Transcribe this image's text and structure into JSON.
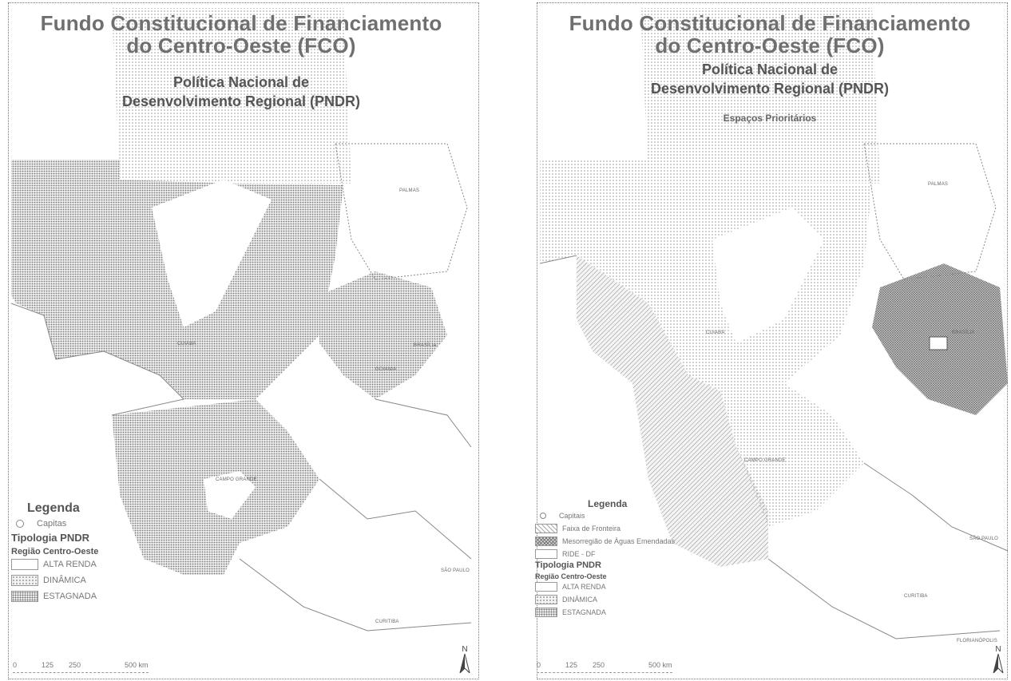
{
  "left": {
    "title_line1": "Fundo Constitucional de Financiamento",
    "title_line2": "do Centro-Oeste (FCO)",
    "subtitle_line1": "Política Nacional de",
    "subtitle_line2": "Desenvolvimento Regional (PNDR)",
    "cities": [
      "PALMAS",
      "CUIABA",
      "BRASÍLIA",
      "GOIANIA",
      "CAMPO GRANDE",
      "SÃO PAULO",
      "CURITIBA"
    ],
    "legend": {
      "heading": "Legenda",
      "capitals": "Capitas",
      "typology": "Tipologia PNDR",
      "region": "Região Centro-Oeste",
      "items": [
        "ALTA RENDA",
        "DINÂMICA",
        "ESTAGNADA"
      ]
    },
    "scale": [
      "0",
      "125",
      "250",
      "500 km"
    ],
    "north": "N"
  },
  "right": {
    "title_line1": "Fundo Constitucional de Financiamento",
    "title_line2": "do Centro-Oeste (FCO)",
    "subtitle_line1": "Política Nacional de",
    "subtitle_line2": "Desenvolvimento Regional (PNDR)",
    "subtitle_line3": "Espaços Prioritários",
    "cities": [
      "PALMAS",
      "CUIABA",
      "BRASÍLIA",
      "CAMPO GRANDE",
      "SÃO PAULO",
      "CURITIBA",
      "FLORIANÓPOLIS"
    ],
    "legend": {
      "heading": "Legenda",
      "capitals": "Capitais",
      "priority_items": [
        "Faixa de Fronteira",
        "Mesorregião de Águas Emendadas",
        "RIDE - DF"
      ],
      "typology": "Tipologia PNDR",
      "region": "Região Centro-Oeste",
      "items": [
        "ALTA RENDA",
        "DINÂMICA",
        "ESTAGNADA"
      ]
    },
    "scale": [
      "0",
      "125",
      "250",
      "500 km"
    ],
    "north": "N"
  },
  "colors": {
    "dot": "#9a9a9a",
    "dense": "#777777",
    "border": "#777777"
  }
}
